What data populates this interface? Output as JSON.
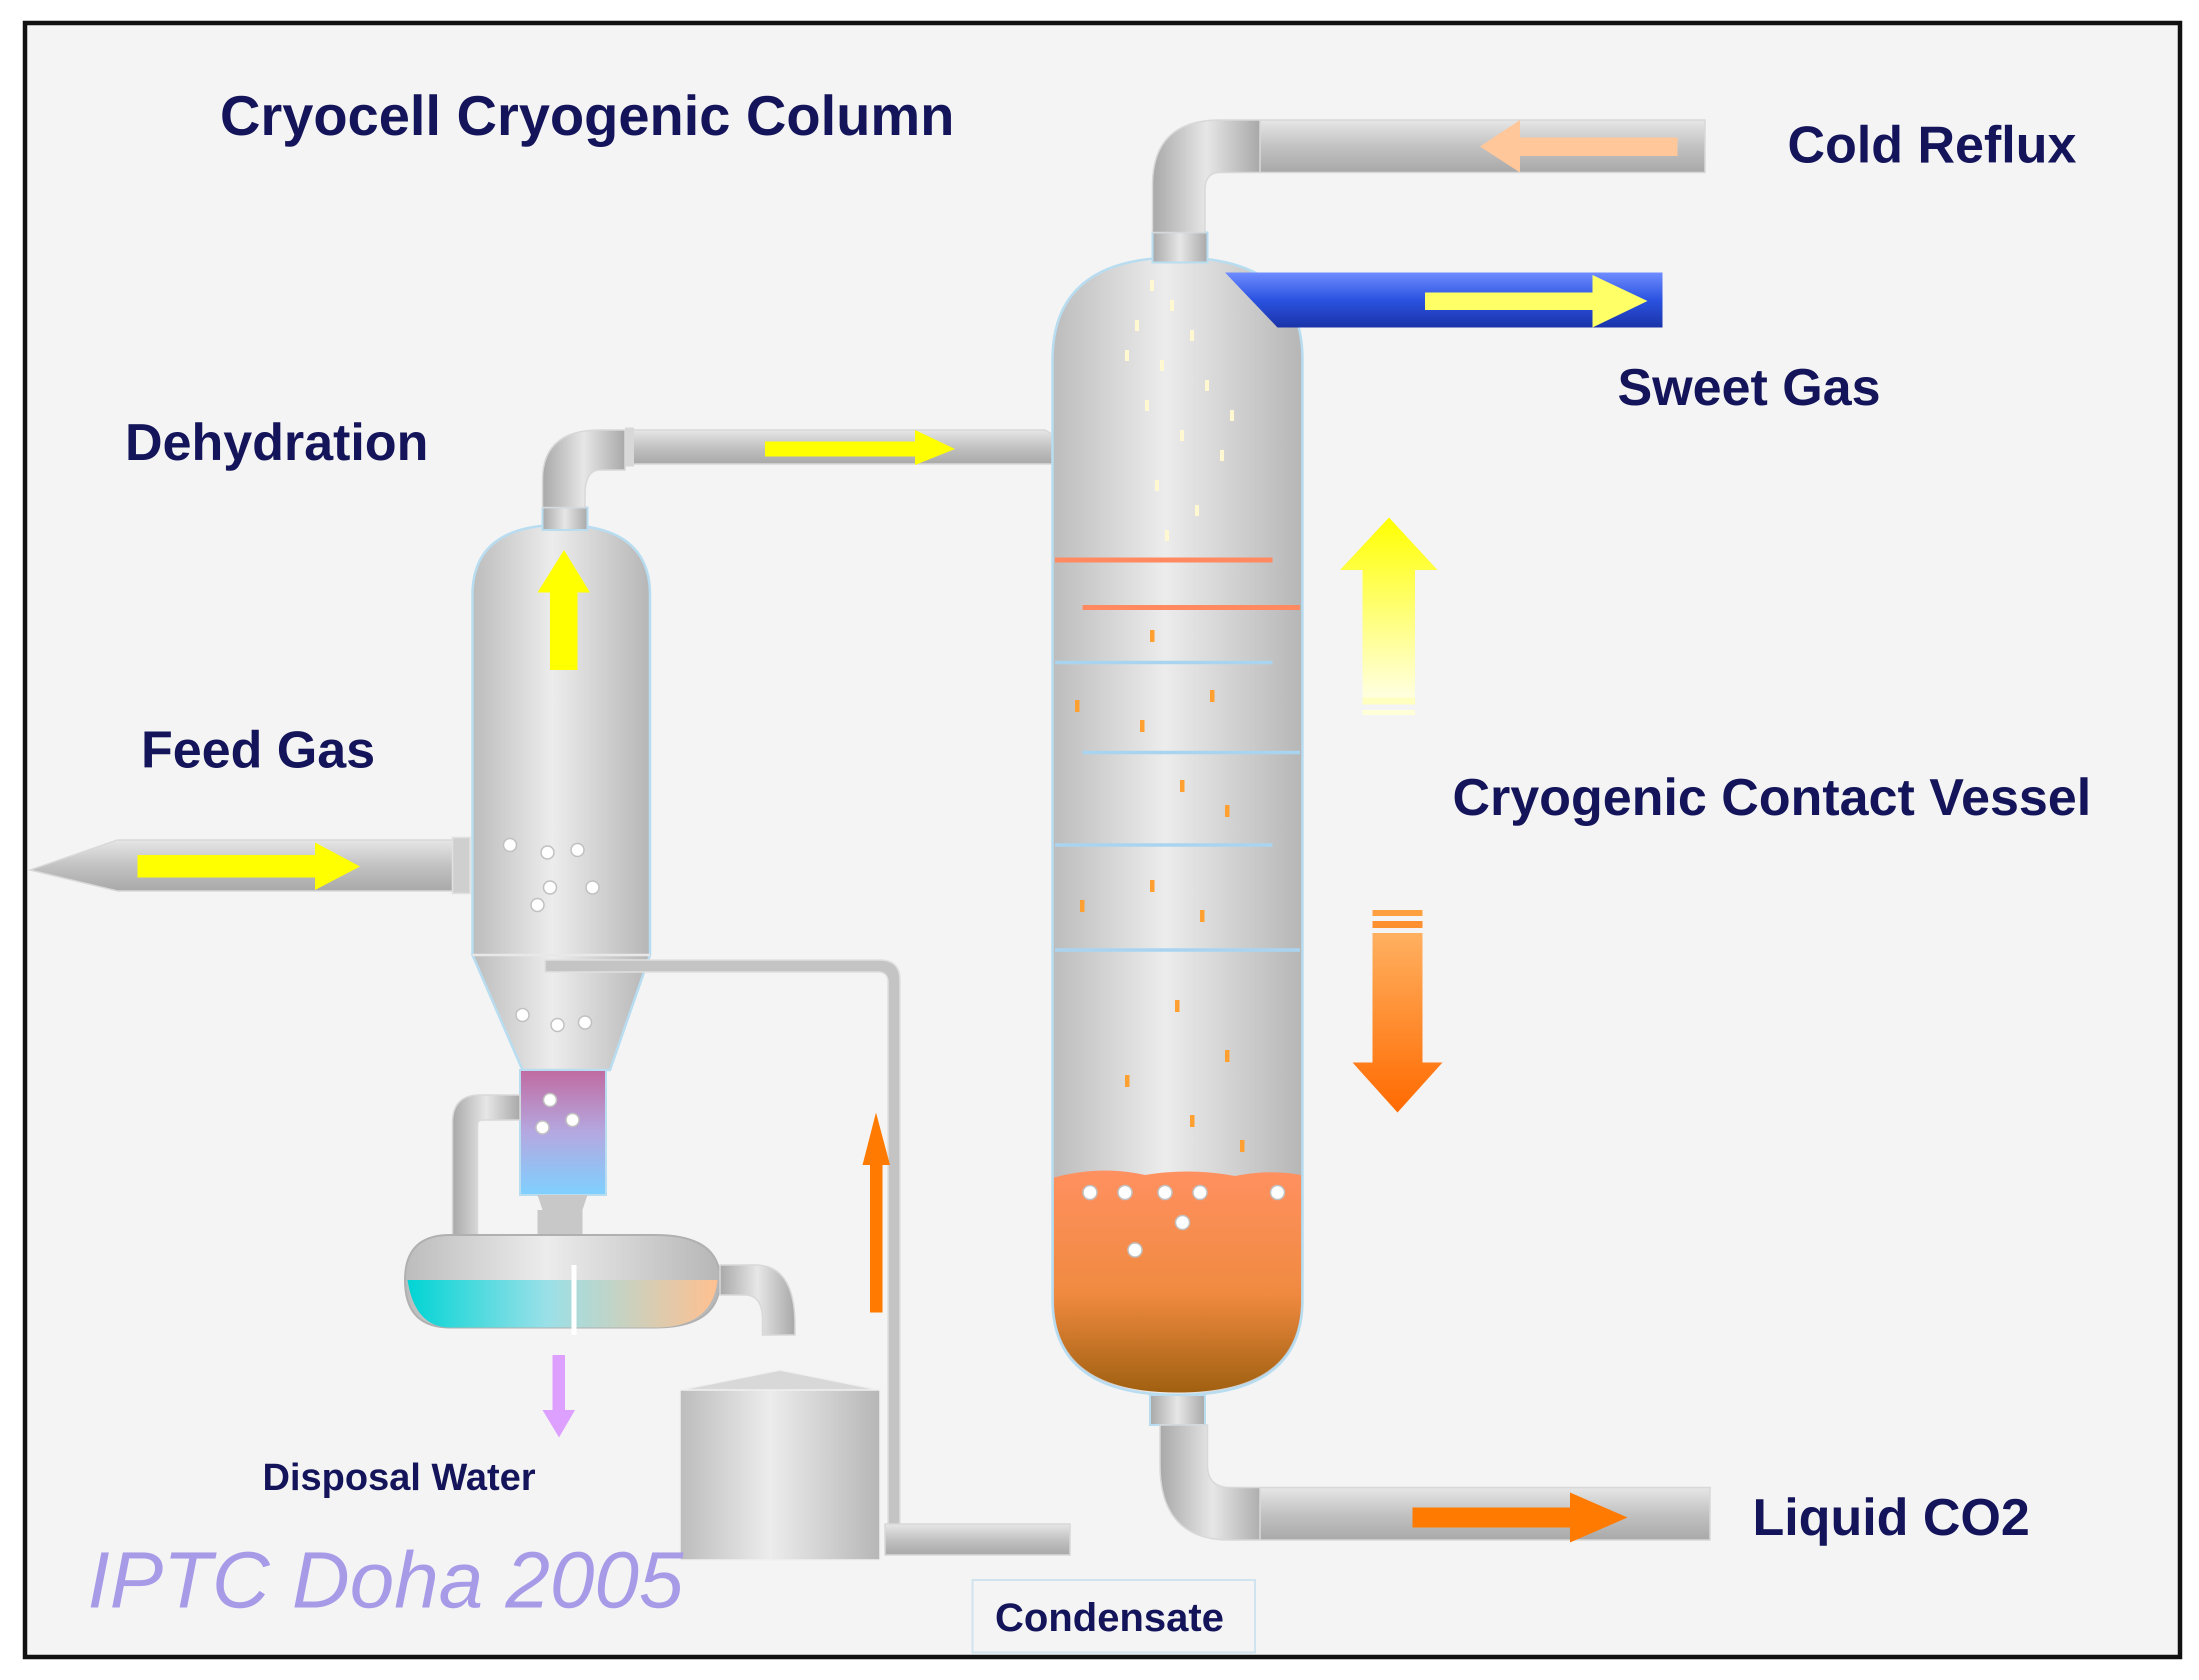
{
  "labels": {
    "title": "Cryocell Cryogenic Column",
    "cold_reflux": "Cold Reflux",
    "sweet_gas": "Sweet Gas",
    "dehydration": "Dehydration",
    "feed_gas": "Feed Gas",
    "contact_vessel": "Cryogenic Contact Vessel",
    "liquid_co2": "Liquid CO2",
    "disposal_water": "Disposal Water",
    "condensate": "Condensate",
    "watermark": "IPTC Doha 2005"
  },
  "colors": {
    "background": "#f4f4f4",
    "frame": "#111111",
    "label_text": "#14145a",
    "watermark": "#a79be8",
    "pipe": "#c8c8c8",
    "vessel": "#d2d2d2",
    "arrow_yellow": "#ffff00",
    "arrow_orange": "#ff7a00",
    "arrow_peach": "#ffc79a",
    "arrow_violet": "#dda0ff",
    "sweet_gas_pipe": "#2a52e0",
    "liquid_co2": "#ff8a4a",
    "separator_water": "#00d4d4"
  },
  "icons": [
    "flow-arrow-icon",
    "bubble-icon"
  ]
}
